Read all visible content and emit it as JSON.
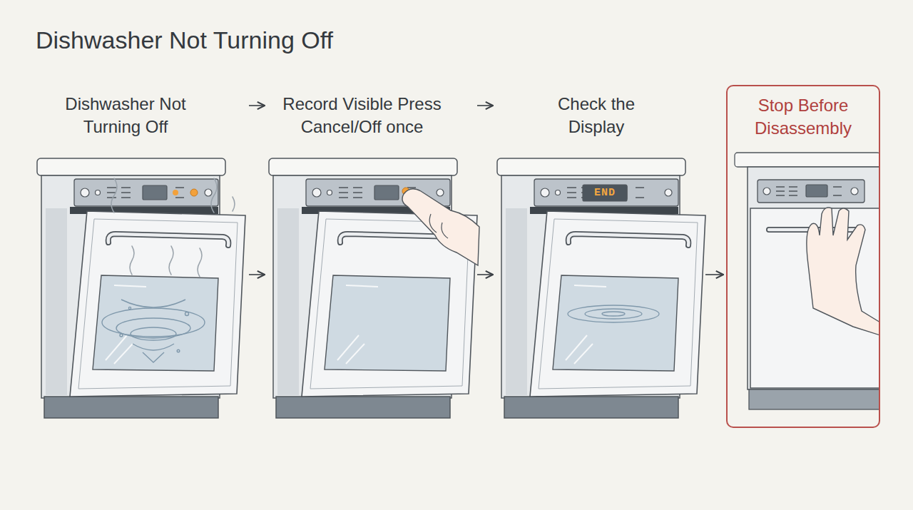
{
  "diagram": {
    "title": "Dishwasher Not Turning Off",
    "nodes": [
      {
        "text": [
          "Dishwasher Not Turning Off"
        ]
      },
      {
        "text": [
          "Record Visible Press Cancel/Off once"
        ]
      },
      {
        "text": [
          "Check the Display",
          "END"
        ]
      },
      {
        "text": [
          "Stop Before Disassembly"
        ]
      }
    ],
    "edges": [
      {
        "from": 0,
        "to": 1,
        "arrow": "to"
      },
      {
        "from": 1,
        "to": 2,
        "arrow": "to"
      },
      {
        "from": 0,
        "to": 1,
        "arrow": "to"
      },
      {
        "from": 1,
        "to": 2,
        "arrow": "to"
      },
      {
        "from": 2,
        "to": 3,
        "arrow": "to"
      }
    ]
  }
}
